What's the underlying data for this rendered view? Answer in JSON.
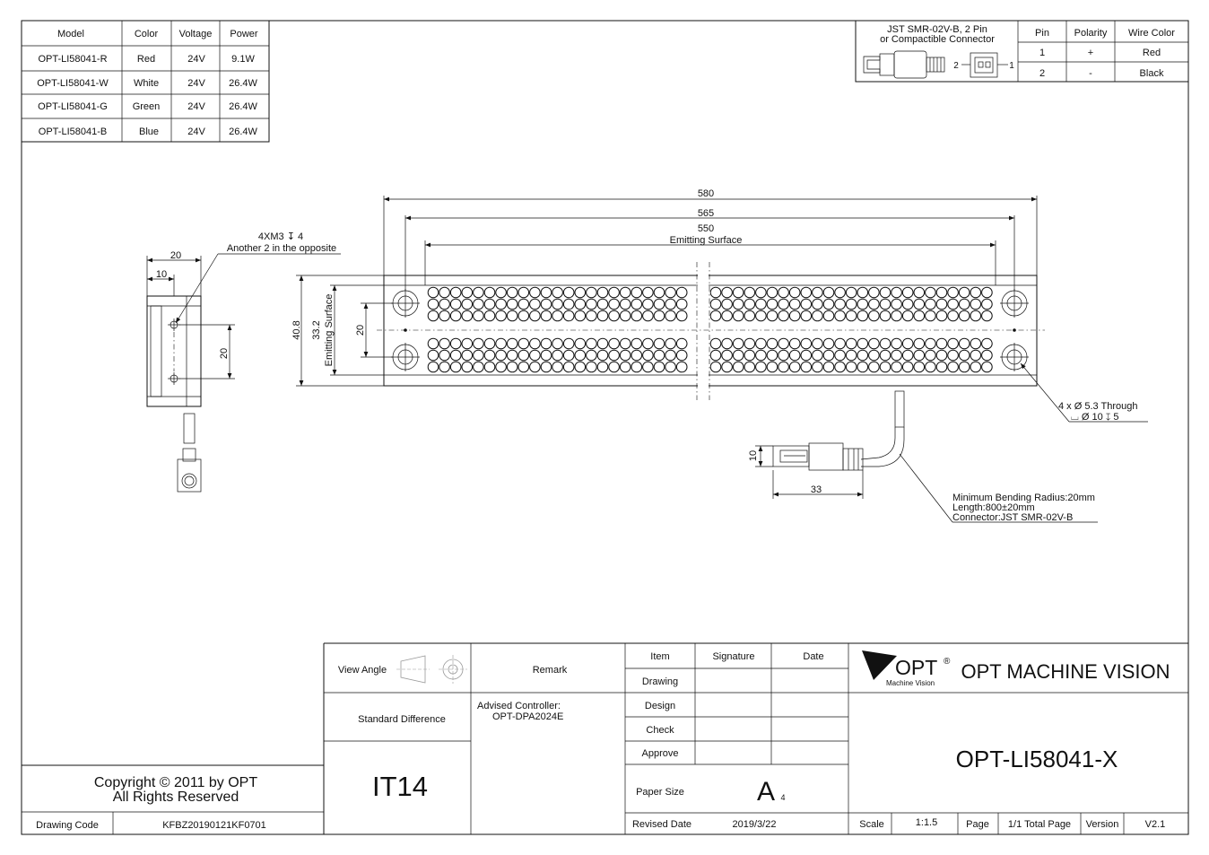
{
  "model_table": {
    "headers": [
      "Model",
      "Color",
      "Voltage",
      "Power"
    ],
    "rows": [
      [
        "OPT-LI58041-R",
        "Red",
        "24V",
        "9.1W"
      ],
      [
        "OPT-LI58041-W",
        "White",
        "24V",
        "26.4W"
      ],
      [
        "OPT-LI58041-G",
        "Green",
        "24V",
        "26.4W"
      ],
      [
        "OPT-LI58041-B",
        "Blue",
        "24V",
        "26.4W"
      ]
    ]
  },
  "connector_table": {
    "title_line1": "JST SMR-02V-B, 2 Pin",
    "title_line2": "or Compactible Connector",
    "pin_label_2": "2",
    "pin_label_1": "1",
    "headers": [
      "Pin",
      "Polarity",
      "Wire Color"
    ],
    "rows": [
      [
        "1",
        "+",
        "Red"
      ],
      [
        "2",
        "-",
        "Black"
      ]
    ]
  },
  "dimensions": {
    "overall_length": "580",
    "hole_spacing": "565",
    "emitting_length": "550",
    "emitting_surface_label": "Emitting Surface",
    "overall_height": "40.8",
    "emitting_height": "33.2",
    "hole_vertical": "20",
    "side_width": "20",
    "side_half": "10",
    "side_hole_spacing": "20",
    "connector_height": "10",
    "connector_length": "33"
  },
  "notes": {
    "thread_line1": "4XM3 ↧ 4",
    "thread_line2": "Another 2 in the opposite",
    "hole_line1": "4 x Ø 5.3 Through",
    "hole_line2": "⌴ Ø 10 ↧ 5",
    "cable_line1": "Minimum Bending Radius:20mm",
    "cable_line2": "Length:800±20mm",
    "cable_line3": "Connector:JST SMR-02V-B"
  },
  "title_block": {
    "view_angle_label": "View Angle",
    "remark_label": "Remark",
    "standard_difference_label": "Standard Difference",
    "tolerance_grade": "IT14",
    "remark_line1": "Advised Controller:",
    "remark_line2": "OPT-DPA2024E",
    "item_label": "Item",
    "signature_label": "Signature",
    "date_label": "Date",
    "drawing_label": "Drawing",
    "design_label": "Design",
    "check_label": "Check",
    "approve_label": "Approve",
    "paper_size_label": "Paper Size",
    "paper_size_value": "A",
    "paper_size_sub": "4",
    "revised_date_label": "Revised Date",
    "revised_date_value": "2019/3/22",
    "logo_text": "OPT",
    "logo_reg": "®",
    "logo_sub": "Machine Vision",
    "company": "OPT MACHINE VISION",
    "part_number": "OPT-LI58041-X",
    "scale_label": "Scale",
    "scale_value": "1:1.5",
    "page_label": "Page",
    "page_value": "1/1 Total Page",
    "version_label": "Version",
    "version_value": "V2.1",
    "copyright_line1": "Copyright © 2011 by OPT",
    "copyright_line2": "All Rights Reserved",
    "drawing_code_label": "Drawing Code",
    "drawing_code_value": "KFBZ20190121KF0701"
  }
}
